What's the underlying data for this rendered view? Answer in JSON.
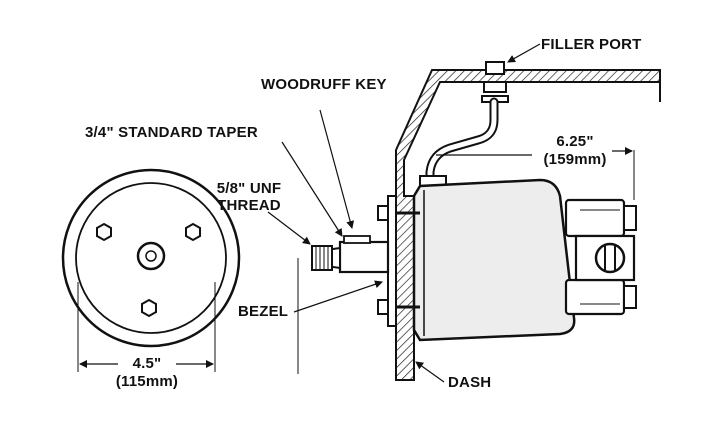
{
  "labels": {
    "filler_port": "FILLER PORT",
    "woodruff_key": "WOODRUFF KEY",
    "standard_taper": "3/4\" STANDARD TAPER",
    "unf_thread_line1": "5/8\" UNF",
    "unf_thread_line2": "THREAD",
    "bezel": "BEZEL",
    "dash": "DASH",
    "length_in": "6.25\"",
    "length_mm": "(159mm)",
    "diameter_in": "4.5\"",
    "diameter_mm": "(115mm)"
  },
  "colors": {
    "ink": "#111111",
    "body_fill": "#e8e8e8",
    "hatch": "#222222",
    "paper": "#ffffff"
  }
}
